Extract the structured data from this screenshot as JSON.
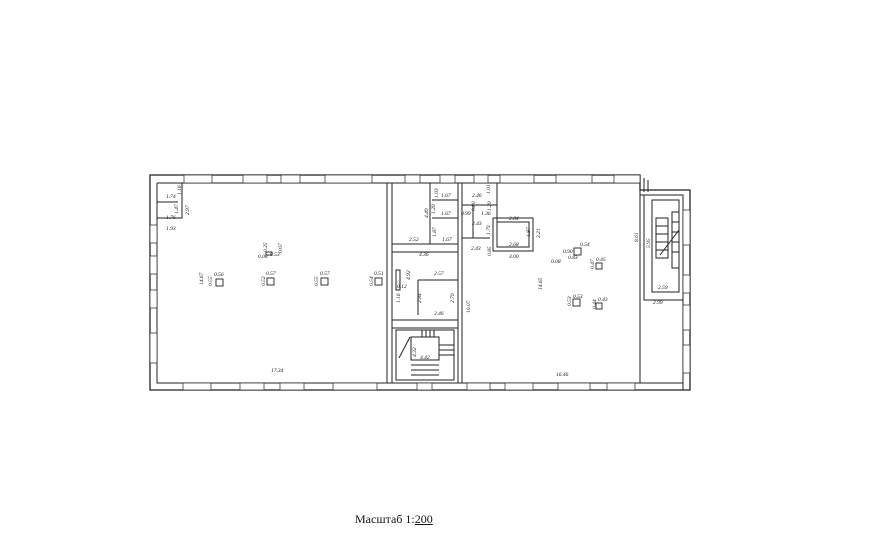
{
  "scale": {
    "label": "Масштаб",
    "ratio_prefix": "1:",
    "ratio_value": "200"
  },
  "dims": {
    "left_hall": [
      "1.74",
      "1.16",
      "2.97",
      "1.47",
      "1.76",
      "1.93",
      "0.25",
      "0.07",
      "0.08",
      "0.53",
      "14.67",
      "0.56",
      "0.55",
      "0.57",
      "0.52",
      "0.57",
      "0.55",
      "0.51",
      "0.54",
      "17.34"
    ],
    "middle": [
      "1.03",
      "1.67",
      "4.49",
      "1.29",
      "1.67",
      "1.87",
      "2.52",
      "1.67",
      "4.36",
      "4.92",
      "2.57",
      "0.12",
      "1.16",
      "2.84",
      "2.79",
      "2.46",
      "4.32",
      "4.42"
    ],
    "right_hall": [
      "2.46",
      "1.01",
      "0.80",
      "1.29",
      "0.99",
      "1.36",
      "2.43",
      "1.79",
      "2.84",
      "1.87",
      "2.21",
      "2.68",
      "2.43",
      "0.85",
      "3.00",
      "10.07",
      "14.65",
      "16.46",
      "0.54",
      "0.90",
      "0.08",
      "0.83",
      "0.45",
      "0.47",
      "0.53",
      "0.53",
      "0.43",
      "0.44",
      "8.61",
      "5.95",
      "2.59",
      "2.99"
    ]
  }
}
